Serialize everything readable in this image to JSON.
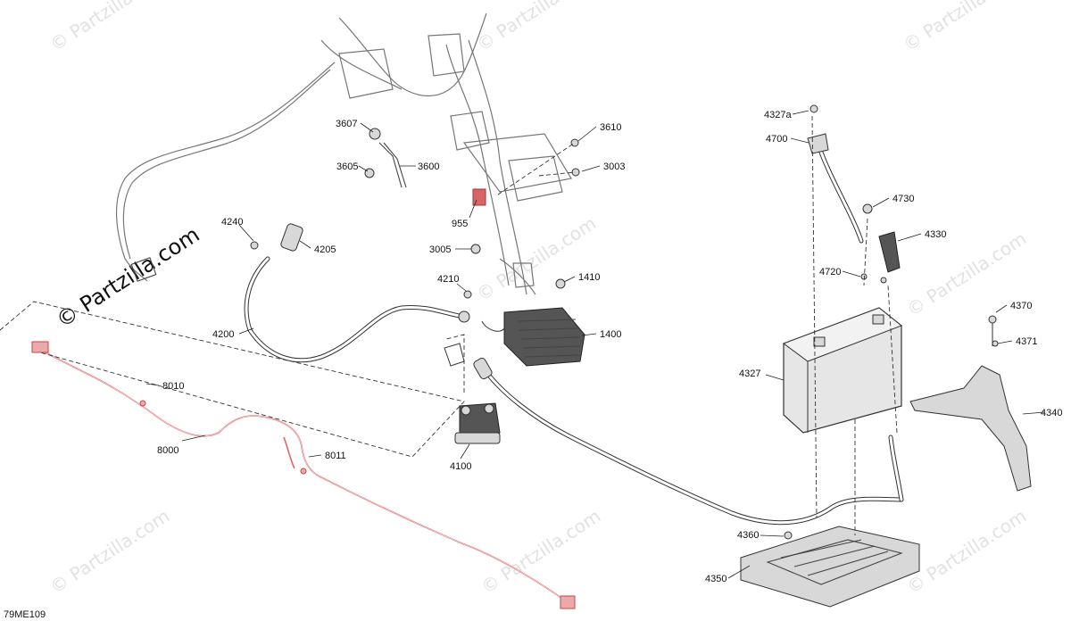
{
  "diagram_code": "79ME109",
  "watermark_small": "© Partzilla",
  "watermark_big": "© Partzilla.com",
  "callouts": {
    "c3607": "3607",
    "c3610": "3610",
    "c3605": "3605",
    "c3600": "3600",
    "c3003": "3003",
    "c955": "955",
    "c4240": "4240",
    "c4205": "4205",
    "c3005": "3005",
    "c4210": "4210",
    "c1410": "1410",
    "c1400": "1400",
    "c4200": "4200",
    "c8010": "8010",
    "c8000": "8000",
    "c8011": "8011",
    "c4100": "4100",
    "c4327a": "4327a",
    "c4700": "4700",
    "c4730": "4730",
    "c4330": "4330",
    "c4720": "4720",
    "c4370": "4370",
    "c4371": "4371",
    "c4327": "4327",
    "c4340": "4340",
    "c4360": "4360",
    "c4350": "4350"
  },
  "colors": {
    "highlight": "#d66666",
    "line": "#333333",
    "watermark": "#e2e2e2"
  }
}
